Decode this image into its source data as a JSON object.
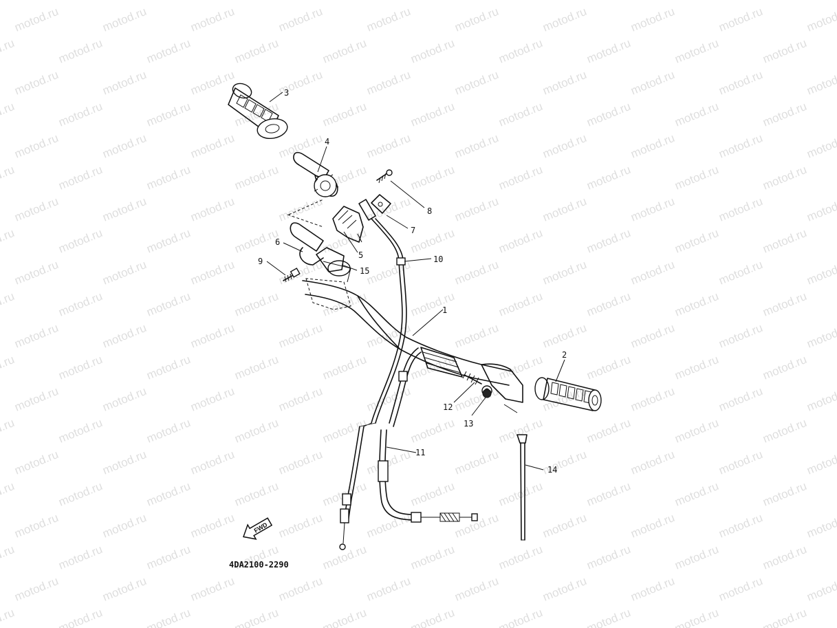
{
  "diagram": {
    "part_code": "4DA2100-2290",
    "watermark_text": "motod.ru",
    "fwd_label": "FWD",
    "callouts": [
      {
        "id": "1",
        "label": "1"
      },
      {
        "id": "2",
        "label": "2"
      },
      {
        "id": "3",
        "label": "3"
      },
      {
        "id": "4",
        "label": "4"
      },
      {
        "id": "5",
        "label": "5"
      },
      {
        "id": "6",
        "label": "6"
      },
      {
        "id": "7",
        "label": "7"
      },
      {
        "id": "8",
        "label": "8"
      },
      {
        "id": "9",
        "label": "9"
      },
      {
        "id": "10",
        "label": "10"
      },
      {
        "id": "11",
        "label": "11"
      },
      {
        "id": "12",
        "label": "12"
      },
      {
        "id": "13",
        "label": "13"
      },
      {
        "id": "14",
        "label": "14"
      },
      {
        "id": "15",
        "label": "15"
      }
    ]
  }
}
